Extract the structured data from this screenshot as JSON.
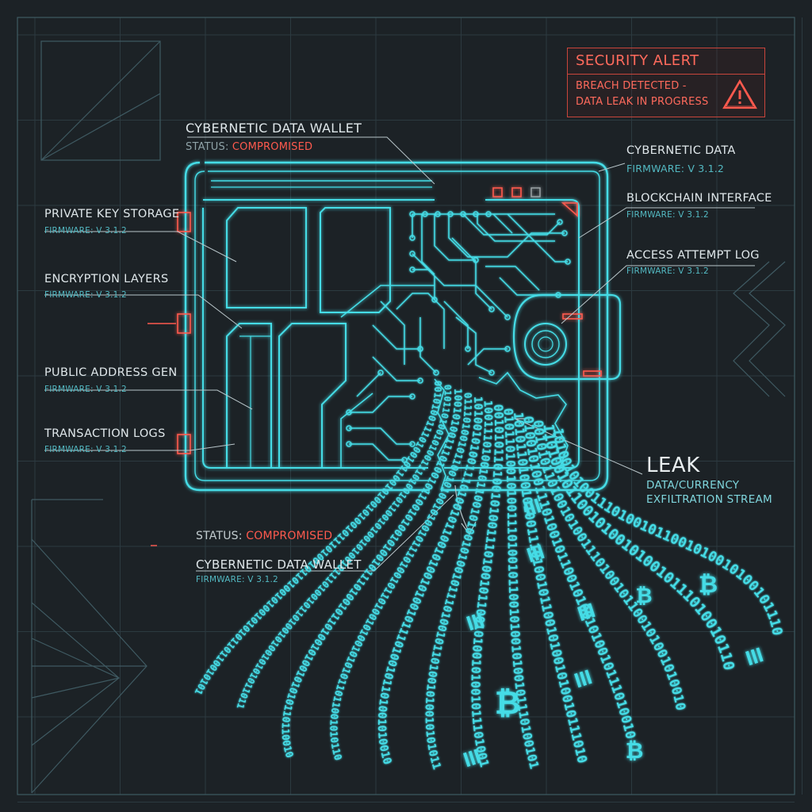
{
  "colors": {
    "background": "#1c2226",
    "grid": "#2c3a40",
    "circuit": "#45dce6",
    "alert": "#ff5a4e",
    "label_text": "#dfe7ea",
    "firmware_text": "#53b9c2"
  },
  "alert": {
    "title": "SECURITY ALERT",
    "line1": "BREACH DETECTED -",
    "line2": "DATA LEAK IN PROGRESS",
    "icon": "warning-triangle-icon"
  },
  "top_label": {
    "title": "CYBERNETIC DATA WALLET",
    "status_prefix": "STATUS: ",
    "status_value": "COMPROMISED"
  },
  "right_labels": [
    {
      "title": "CYBERNETIC DATA",
      "firmware": "FIRMWARE: V 3.1.2"
    },
    {
      "title": "BLOCKCHAIN INTERFACE",
      "firmware": "FIRMWARE: V 3.1.2"
    },
    {
      "title": "ACCESS ATTEMPT LOG",
      "firmware": "FIRMWARE: V 3.1.2"
    }
  ],
  "left_labels": [
    {
      "title": "PRIVATE KEY STORAGE",
      "firmware": "FIRMWARE: V 3.1.2"
    },
    {
      "title": "ENCRYPTION LAYERS",
      "firmware": "FIRMWARE: V 3.1.2"
    },
    {
      "title": "PUBLIC ADDRESS GEN",
      "firmware": "FIRMWARE: V 3.1.2"
    },
    {
      "title": "TRANSACTION LOGS",
      "firmware": "FIRMWARE: V 3.1.2"
    }
  ],
  "leak": {
    "title": "LEAK",
    "line1": "DATA/CURRENCY",
    "line2": "EXFILTRATION STREAM"
  },
  "bottom_label": {
    "status_prefix": "STATUS: ",
    "status_value": "COMPROMISED",
    "title": "CYBERNETIC DATA WALLET",
    "firmware": "FIRMWARE: V 3.1.2"
  }
}
